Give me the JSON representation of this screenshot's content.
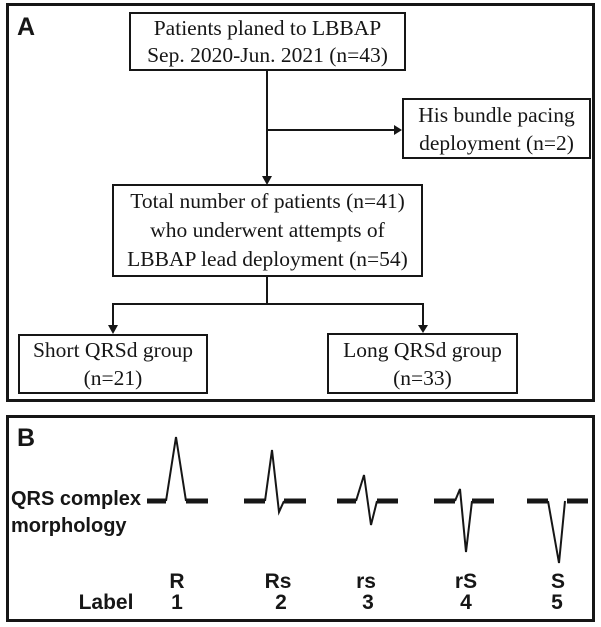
{
  "figure": {
    "type": "two-panel medical figure",
    "colors": {
      "ink": "#161616",
      "background": "#ffffff"
    }
  },
  "panelA": {
    "label": "A",
    "boxes": {
      "planned": {
        "line1": "Patients planed to LBBAP",
        "line2": "Sep. 2020-Jun. 2021 (n=43)"
      },
      "his": {
        "line1": "His bundle pacing",
        "line2": "deployment (n=2)"
      },
      "total": {
        "line1": "Total number of patients (n=41)",
        "line2": "who underwent attempts of",
        "line3": "LBBAP lead deployment (n=54)"
      },
      "short": {
        "line1": "Short QRSd group",
        "line2": "(n=21)"
      },
      "long": {
        "line1": "Long QRSd group",
        "line2": "(n=33)"
      }
    }
  },
  "panelB": {
    "label": "B",
    "caption_line1": "QRS complex",
    "caption_line2": "morphology",
    "row_label": "Label",
    "items": [
      {
        "morphology": "R",
        "label": "1"
      },
      {
        "morphology": "Rs",
        "label": "2"
      },
      {
        "morphology": "rs",
        "label": "3"
      },
      {
        "morphology": "rS",
        "label": "4"
      },
      {
        "morphology": "S",
        "label": "5"
      }
    ]
  }
}
